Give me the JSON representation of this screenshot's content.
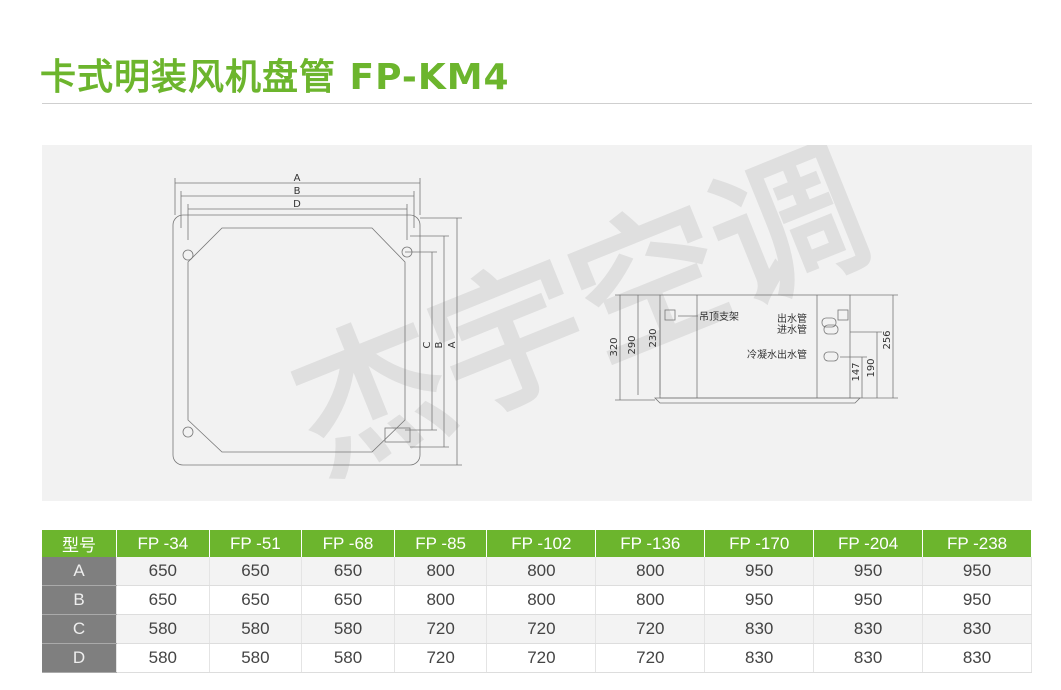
{
  "title": "卡式明装风机盘管 FP-KM4",
  "watermark": "杰宇空调",
  "drawing": {
    "top_labels": [
      "A",
      "B",
      "D"
    ],
    "side_labels": [
      "C",
      "B",
      "A"
    ],
    "left_dims": [
      "320",
      "290",
      "230"
    ],
    "right_dims": [
      "256",
      "190",
      "147"
    ],
    "callouts": {
      "bracket": "吊顶支架",
      "outlet": "出水管",
      "inlet": "进水管",
      "condensate": "冷凝水出水管"
    }
  },
  "table": {
    "header": [
      "型号",
      "FP -34",
      "FP -51",
      "FP -68",
      "FP -85",
      "FP -102",
      "FP -136",
      "FP -170",
      "FP -204",
      "FP -238"
    ],
    "rows": [
      {
        "label": "A",
        "values": [
          "650",
          "650",
          "650",
          "800",
          "800",
          "800",
          "950",
          "950",
          "950"
        ]
      },
      {
        "label": "B",
        "values": [
          "650",
          "650",
          "650",
          "800",
          "800",
          "800",
          "950",
          "950",
          "950"
        ]
      },
      {
        "label": "C",
        "values": [
          "580",
          "580",
          "580",
          "720",
          "720",
          "720",
          "830",
          "830",
          "830"
        ]
      },
      {
        "label": "D",
        "values": [
          "580",
          "580",
          "580",
          "720",
          "720",
          "720",
          "830",
          "830",
          "830"
        ]
      }
    ]
  }
}
